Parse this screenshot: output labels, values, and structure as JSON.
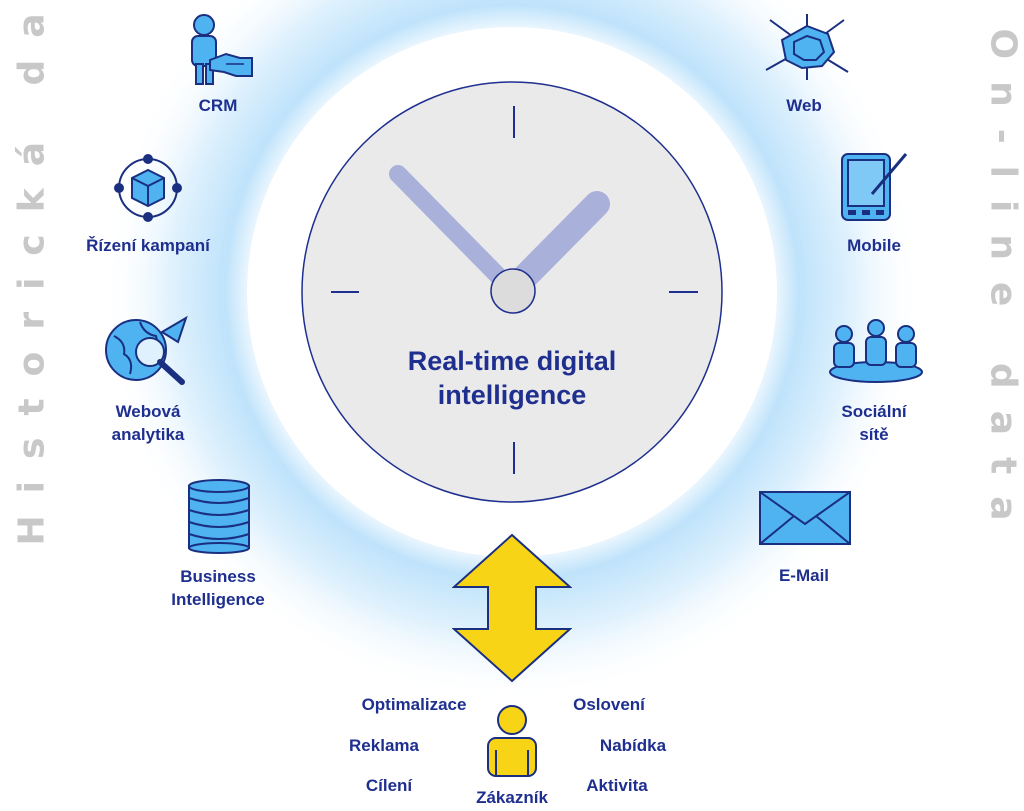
{
  "side_labels": {
    "left": "Historická data",
    "right": "On-line data"
  },
  "center": {
    "line1": "Real-time digital",
    "line2": "intelligence"
  },
  "left_items": [
    {
      "label": "CRM",
      "icon": "crm-person-handshake-icon"
    },
    {
      "label": "Řízení kampaní",
      "icon": "campaign-cube-network-icon"
    },
    {
      "label_line1": "Webová",
      "label_line2": "analytika",
      "icon": "globe-magnifier-icon"
    },
    {
      "label_line1": "Business",
      "label_line2": "Intelligence",
      "icon": "database-stack-icon"
    }
  ],
  "right_items": [
    {
      "label": "Web",
      "icon": "spider-web-icon"
    },
    {
      "label": "Mobile",
      "icon": "tablet-stylus-icon"
    },
    {
      "label_line1": "Sociální",
      "label_line2": "sítě",
      "icon": "people-group-icon"
    },
    {
      "label": "E-Mail",
      "icon": "envelope-icon"
    }
  ],
  "bottom": {
    "customer": "Zákazník",
    "left_actions": [
      "Optimalizace",
      "Reklama",
      "Cílení"
    ],
    "right_actions": [
      "Oslovení",
      "Nabídka",
      "Aktivita"
    ]
  },
  "colors": {
    "text": "#1f2f8f",
    "icon_blue": "#4fb3f2",
    "icon_outline": "#1a2f80",
    "glow": "#bfe3fb",
    "clock_face": "#eaeaea",
    "clock_hands": "#a9b1db",
    "arrow": "#f7d416",
    "side_text": "#c8c8c8"
  }
}
